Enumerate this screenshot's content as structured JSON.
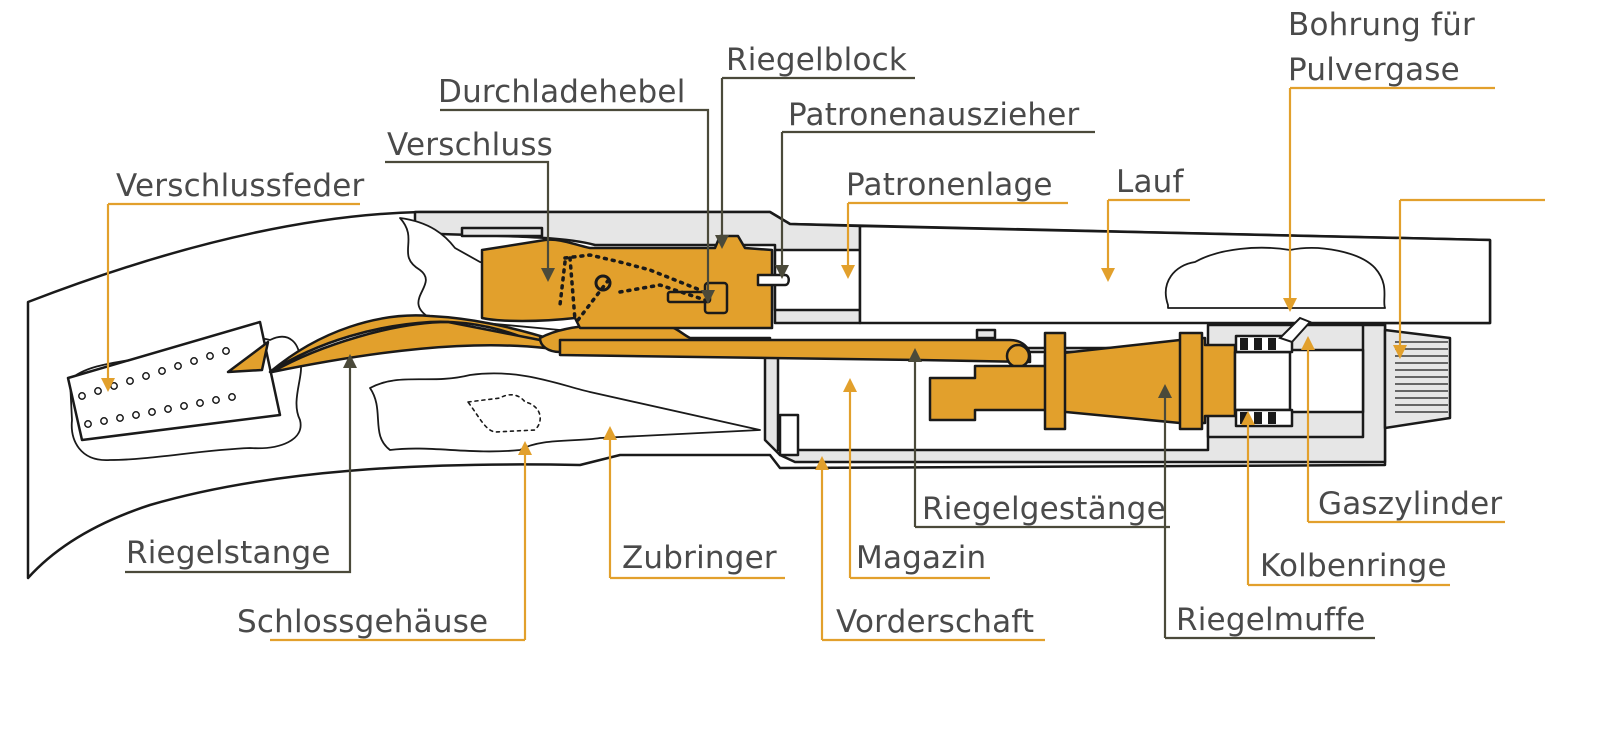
{
  "diagram": {
    "labels": {
      "bohrung_line1": "Bohrung für",
      "bohrung_line2": "Pulvergase",
      "riegelblock": "Riegelblock",
      "durchladehebel": "Durchladehebel",
      "patronenauszieher": "Patronenauszieher",
      "verschluss": "Verschluss",
      "patronenlage": "Patronenlage",
      "lauf": "Lauf",
      "verschlussfeder": "Verschlussfeder",
      "riegelgestaenge": "Riegelgestänge",
      "gaszylinder": "Gaszylinder",
      "riegelstange": "Riegelstange",
      "zubringer": "Zubringer",
      "magazin": "Magazin",
      "kolbenringe": "Kolbenringe",
      "schlossgehaeuse": "Schlossgehäuse",
      "vorderschaft": "Vorderschaft",
      "riegelmuffe": "Riegelmuffe"
    },
    "colors": {
      "accent_orange": "#e2a02c",
      "leader_dark": "#4b4a3a",
      "metal_grey": "#e6e6e6",
      "outline": "#1a1a1a",
      "text": "#4a4a4a"
    }
  }
}
